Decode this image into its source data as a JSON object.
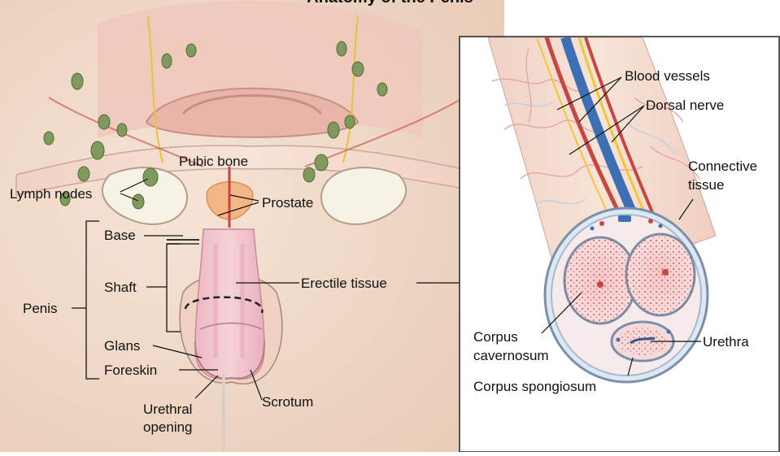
{
  "title": "Anatomy of the Penis",
  "labels": {
    "lymph_nodes": "Lymph nodes",
    "pubic_bone": "Pubic bone",
    "prostate": "Prostate",
    "base": "Base",
    "shaft": "Shaft",
    "penis": "Penis",
    "glans": "Glans",
    "foreskin": "Foreskin",
    "urethral_opening_1": "Urethral",
    "urethral_opening_2": "opening",
    "scrotum": "Scrotum",
    "erectile_tissue": "Erectile tissue",
    "blood_vessels": "Blood vessels",
    "dorsal_nerve": "Dorsal nerve",
    "connective_tissue_1": "Connective",
    "connective_tissue_2": "tissue",
    "corpus_cavernosum_1": "Corpus",
    "corpus_cavernosum_2": "cavernosum",
    "urethra": "Urethra",
    "corpus_spongiosum": "Corpus spongiosum"
  },
  "colors": {
    "skin": "#f3dccb",
    "penis_pink": "#f0c4cc",
    "bone": "#ece3cc",
    "lymph_node": "#7f9a5c",
    "vessel_red": "#c8463f",
    "vessel_blue": "#3d6fb4",
    "nerve_yellow": "#f1c73a",
    "tissue_red": "#d23a3a",
    "inset_border": "#222222"
  }
}
